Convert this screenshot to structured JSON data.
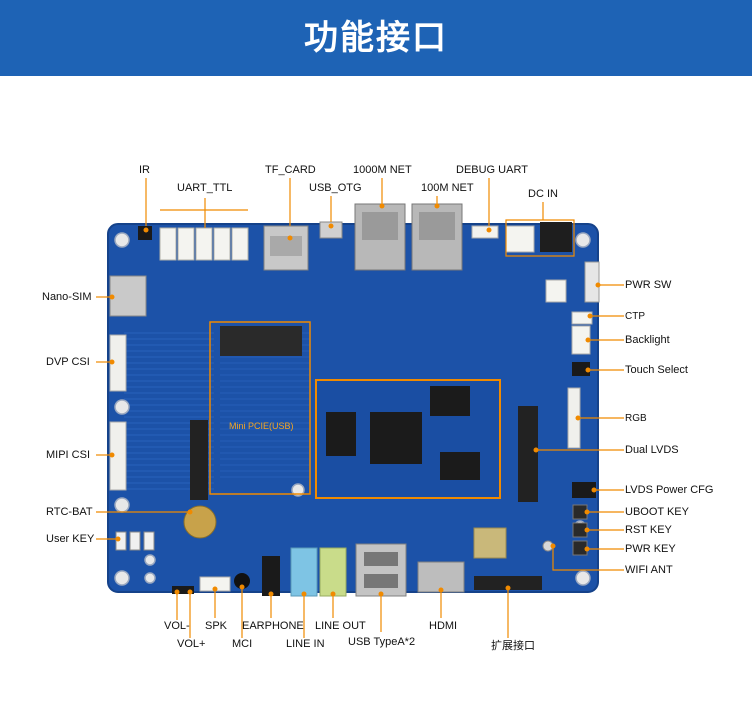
{
  "header": {
    "title": "功能接口"
  },
  "colors": {
    "banner": "#1e63b5",
    "board": "#1c52a8",
    "callout": "#f08a00"
  },
  "labels": {
    "ir": "IR",
    "uart_ttl": "UART_TTL",
    "tf_card": "TF_CARD",
    "usb_otg": "USB_OTG",
    "net_1000m": "1000M NET",
    "net_100m": "100M NET",
    "debug_uart": "DEBUG UART",
    "dc_in": "DC IN",
    "pwr_sw": "PWR SW",
    "ctp": "CTP",
    "backlight": "Backlight",
    "touch_select": "Touch Select",
    "rgb": "RGB",
    "dual_lvds": "Dual LVDS",
    "lvds_power_cfg": "LVDS Power CFG",
    "uboot_key": "UBOOT KEY",
    "rst_key": "RST KEY",
    "pwr_key": "PWR KEY",
    "wifi_ant": "WIFI ANT",
    "nano_sim": "Nano-SIM",
    "dvp_csi": "DVP CSI",
    "mipi_csi": "MIPI CSI",
    "rtc_bat": "RTC-BAT",
    "user_key": "User KEY",
    "vol_minus": "VOL-",
    "vol_plus": "VOL+",
    "spk": "SPK",
    "mci": "MCI",
    "earphone": "EARPHONE",
    "line_in": "LINE IN",
    "line_out": "LINE OUT",
    "usb_typea": "USB TypeA*2",
    "hdmi": "HDMI",
    "expansion": "扩展接口",
    "mini_pcie": "Mini PCIE(USB)"
  }
}
